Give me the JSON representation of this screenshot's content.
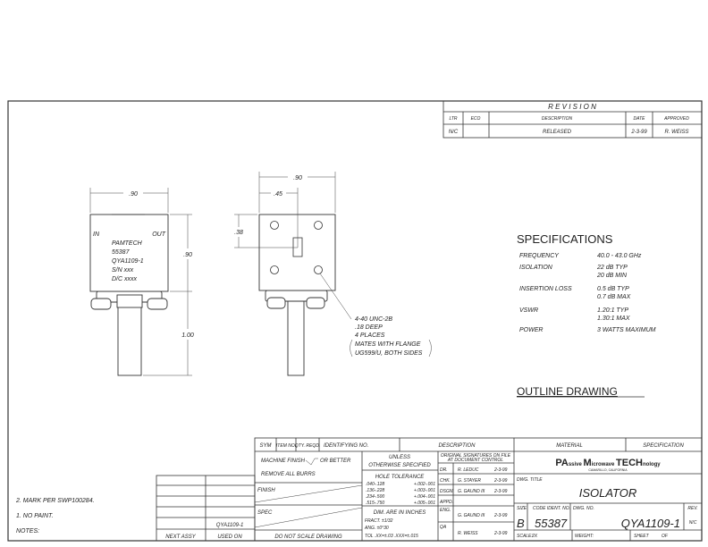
{
  "revision": {
    "title": "R E V I S I O N",
    "headers": [
      "LTR",
      "ECO",
      "DESCRIPTION",
      "DATE",
      "APPROVED"
    ],
    "rows": [
      {
        "ltr": "N/C",
        "eco": "",
        "description": "RELEASED",
        "date": "2-3-99",
        "approved": "R. WEISS"
      }
    ]
  },
  "side_view": {
    "port_in": "IN",
    "port_out": "OUT",
    "label_lines": [
      "PAMTECH",
      "55387",
      "QYA1109-1",
      "S/N xxx",
      "D/C xxxx"
    ],
    "dim_width": ".90",
    "dim_height": ".90",
    "dim_waveguide": "1.00"
  },
  "end_view": {
    "dim_width": ".90",
    "dim_half": ".45",
    "dim_vertical": ".38",
    "callout": [
      "4-40 UNC-2B",
      ".18 DEEP",
      "4 PLACES",
      "MATES WITH FLANGE",
      "UG599/U, BOTH SIDES"
    ]
  },
  "specifications": {
    "title": "SPECIFICATIONS",
    "items": [
      {
        "label": "FREQUENCY",
        "values": [
          "40.0 - 43.0 GHz"
        ]
      },
      {
        "label": "ISOLATION",
        "values": [
          "22 dB TYP",
          "20 dB MIN"
        ]
      },
      {
        "label": "INSERTION LOSS",
        "values": [
          "0.5 dB TYP",
          "0.7 dB MAX"
        ]
      },
      {
        "label": "VSWR",
        "values": [
          "1.20:1 TYP",
          "1.30:1 MAX"
        ]
      },
      {
        "label": "POWER",
        "values": [
          "3 WATTS MAXIMUM"
        ]
      }
    ]
  },
  "outline_title": "OUTLINE DRAWING",
  "notes": {
    "items": [
      "2.  MARK PER SWP100284.",
      "1.  NO PAINT."
    ],
    "title": "NOTES:"
  },
  "next_assy": {
    "used_on_value": "QYA1109-1",
    "next_assy_label": "NEXT ASSY",
    "used_on_label": "USED ON"
  },
  "parts_list": {
    "headers": [
      "SYM",
      "ITEM NO.",
      "QTY. REQD.",
      "IDENTIFYING NO.",
      "DESCRIPTION",
      "MATERIAL",
      "SPECIFICATION"
    ]
  },
  "finish_block": {
    "machine_finish": "MACHINE FINISH",
    "or_better": "OR BETTER",
    "remove_burrs": "REMOVE ALL BURRS",
    "finish": "FINISH",
    "spec": "SPEC",
    "do_not_scale": "DO NOT SCALE DRAWING"
  },
  "tolerance": {
    "unless": "UNLESS",
    "otherwise": "OTHERWISE SPECIFIED",
    "hole_tol": "HOLE TOLERANCE",
    "rows": [
      {
        "range": ".040-.128",
        "tol": "+.002-.001"
      },
      {
        "range": ".136-.228",
        "tol": "+.003-.001"
      },
      {
        "range": ".234-.500",
        "tol": "+.004-.001"
      },
      {
        "range": ".515-.750",
        "tol": "+.005-.001"
      }
    ],
    "dims": "DIM. ARE IN INCHES",
    "fract": "FRACT. ±1/32",
    "ang": "ANG. ±0°30",
    "tol": "TOL .XX=±.03  .XXX=±.015"
  },
  "signatures": {
    "header": [
      "ORIGINAL SIGNATURES ON FILE",
      "AT DOCUMENT CONTROL"
    ],
    "rows": [
      {
        "role": "DR.",
        "name": "R. LEDUC",
        "date": "2-3-99"
      },
      {
        "role": "CHK.",
        "name": "G. STAYER",
        "date": "2-3-99"
      },
      {
        "role": "DSGN.",
        "name": "G. GAUND III",
        "date": "2-3-99"
      },
      {
        "role": "APPD.",
        "name": "",
        "date": ""
      },
      {
        "role": "ENG.",
        "name": "G. GAUND III",
        "date": "2-3-99"
      },
      {
        "role": "QA",
        "name": "R. WEISS",
        "date": "2-3-99"
      }
    ]
  },
  "company": {
    "name_parts": [
      "PA",
      "ssive ",
      "M",
      "icrowave ",
      "TECH",
      "nology"
    ],
    "location": "CAMARILLO, CALIFORNIA"
  },
  "title_block": {
    "dwg_title_label": "DWG. TITLE",
    "dwg_title": "ISOLATOR",
    "size_label": "SIZE",
    "size": "B",
    "code_label": "CODE IDENT. NO.",
    "code": "55387",
    "dwg_no_label": "DWG. NO.",
    "dwg_no": "QYA1109-1",
    "rev_label": "REV.",
    "rev": "N/C",
    "scale_label": "SCALE:",
    "scale": "2X",
    "weight_label": "WEIGHT:",
    "sheet_label": "SHEET",
    "of_label": "OF"
  }
}
